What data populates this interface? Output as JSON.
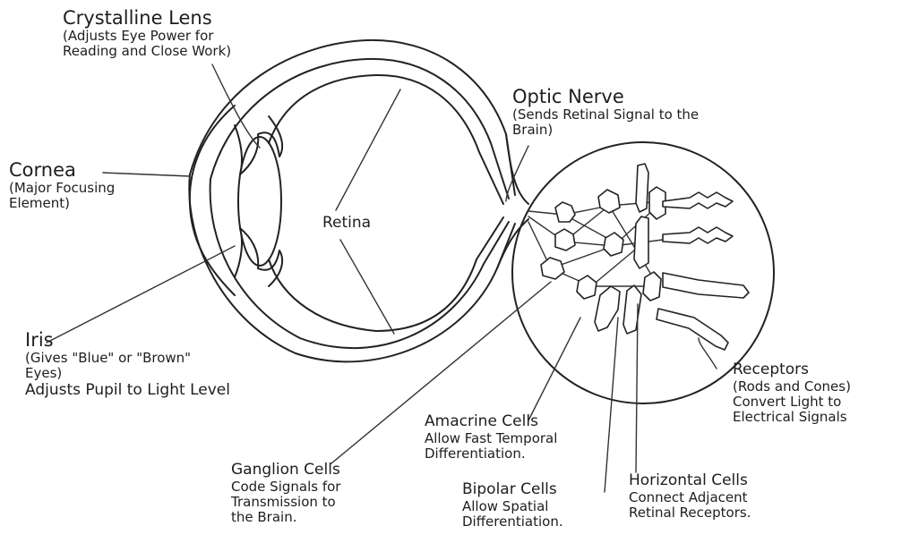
{
  "labels": {
    "crystalline_lens": {
      "title": "Crystalline Lens",
      "desc": [
        "(Adjusts Eye Power for",
        "Reading and Close Work)"
      ]
    },
    "cornea": {
      "title": "Cornea",
      "desc": [
        "(Major Focusing",
        "Element)"
      ]
    },
    "retina": {
      "title": "Retina"
    },
    "optic_nerve": {
      "title": "Optic Nerve",
      "desc": [
        "(Sends Retinal Signal to the",
        "Brain)"
      ]
    },
    "iris": {
      "title": "Iris",
      "desc": [
        "(Gives \"Blue\" or \"Brown\"",
        "Eyes)",
        "Adjusts Pupil to Light Level"
      ]
    },
    "receptors": {
      "title": "Receptors",
      "desc": [
        "(Rods and Cones)",
        "Convert Light to",
        "Electrical Signals"
      ]
    },
    "amacrine": {
      "title": "Amacrine Cells",
      "desc": [
        "Allow Fast Temporal",
        "Differentiation."
      ]
    },
    "ganglion": {
      "title": "Ganglion Cells",
      "desc": [
        "Code Signals for",
        "Transmission to",
        "the Brain."
      ]
    },
    "bipolar": {
      "title": "Bipolar Cells",
      "desc": [
        "Allow Spatial",
        "Differentiation."
      ]
    },
    "horizontal": {
      "title": "Horizontal Cells",
      "desc": [
        "Connect Adjacent",
        "Retinal Receptors."
      ]
    }
  }
}
